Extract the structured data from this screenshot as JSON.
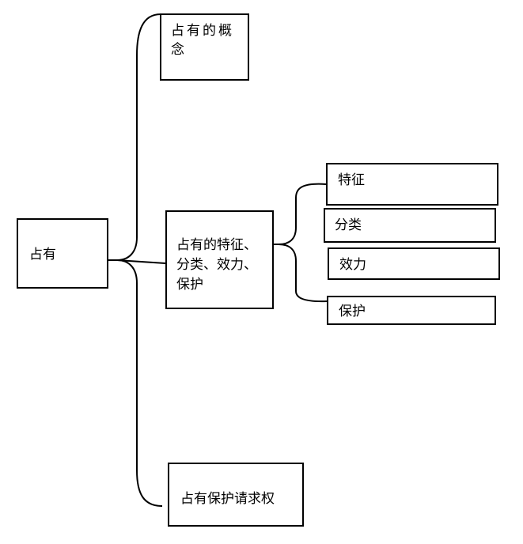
{
  "root": {
    "label": "占有"
  },
  "branches": {
    "concept": "占有的概念",
    "features": "占有的特征、\n分类、效力、\n保护",
    "claim": "占有保护请求权"
  },
  "sub_branches": [
    "特征",
    "分类",
    "效力",
    "保护"
  ]
}
